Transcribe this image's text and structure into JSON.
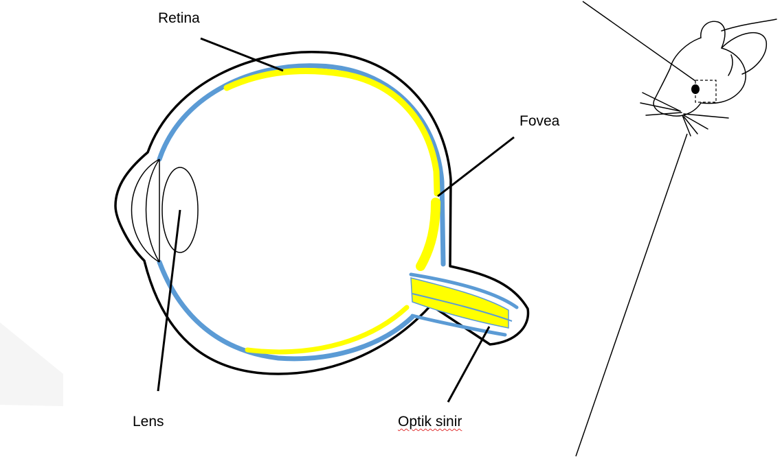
{
  "labels": {
    "retina": "Retina",
    "fovea": "Fovea",
    "lens": "Lens",
    "optic_nerve": "Optik sinir"
  },
  "colors": {
    "retina_yellow": "#ffff00",
    "choroid_blue": "#5b9bd5",
    "outline": "#000000",
    "spellcheck_underline": "#e03030",
    "watermark": "#e8e8e8"
  }
}
